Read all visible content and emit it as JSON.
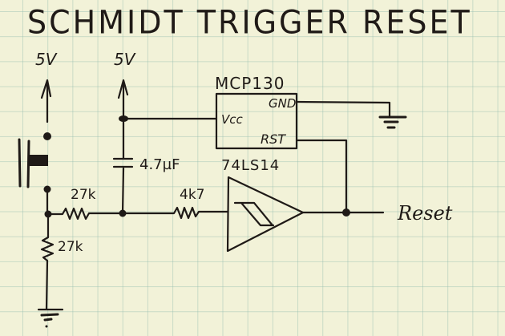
{
  "diagram": {
    "title": "SCHMIDT TRIGGER RESET",
    "type": "hand-drawn circuit schematic on graph paper",
    "colors": {
      "paper": "#f2f2d8",
      "grid": "#96beaf",
      "ink": "#1f1a17"
    },
    "supplies": [
      {
        "id": "vcc-left",
        "label": "5V"
      },
      {
        "id": "vcc-right",
        "label": "5V"
      }
    ],
    "components": {
      "supervisor_ic": {
        "part": "MCP130",
        "pins": {
          "vcc": "Vcc",
          "gnd": "GND",
          "rst": "RST"
        }
      },
      "schmitt_ic": {
        "part": "74LS14"
      },
      "capacitor": {
        "label": "4.7µF"
      },
      "resistors": [
        {
          "id": "r-series",
          "label": "27k"
        },
        {
          "id": "r-input",
          "label": "4k7"
        },
        {
          "id": "r-pulldown",
          "label": "27k"
        }
      ],
      "switch": {
        "type": "pushbutton"
      }
    },
    "output": {
      "label": "Reset"
    }
  }
}
